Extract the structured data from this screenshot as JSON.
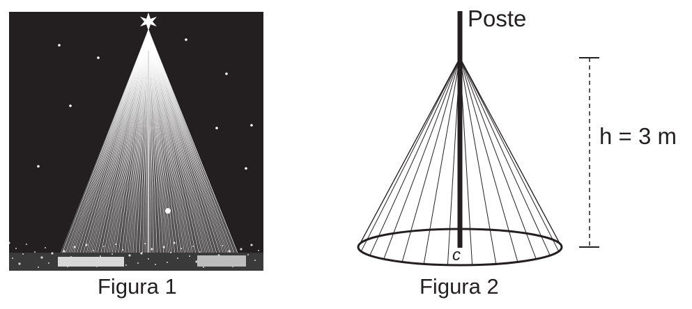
{
  "figure1": {
    "caption": "Figura 1",
    "photo": "illuminated conical Christmas tree of lights at night with a star on top"
  },
  "figure2": {
    "caption": "Figura 2",
    "pole_label": "Poste",
    "height_label": "h = 3 m",
    "base_label": "c"
  },
  "colors": {
    "ink": "#231f20",
    "night": "#231f20",
    "light": "#ffffff"
  }
}
